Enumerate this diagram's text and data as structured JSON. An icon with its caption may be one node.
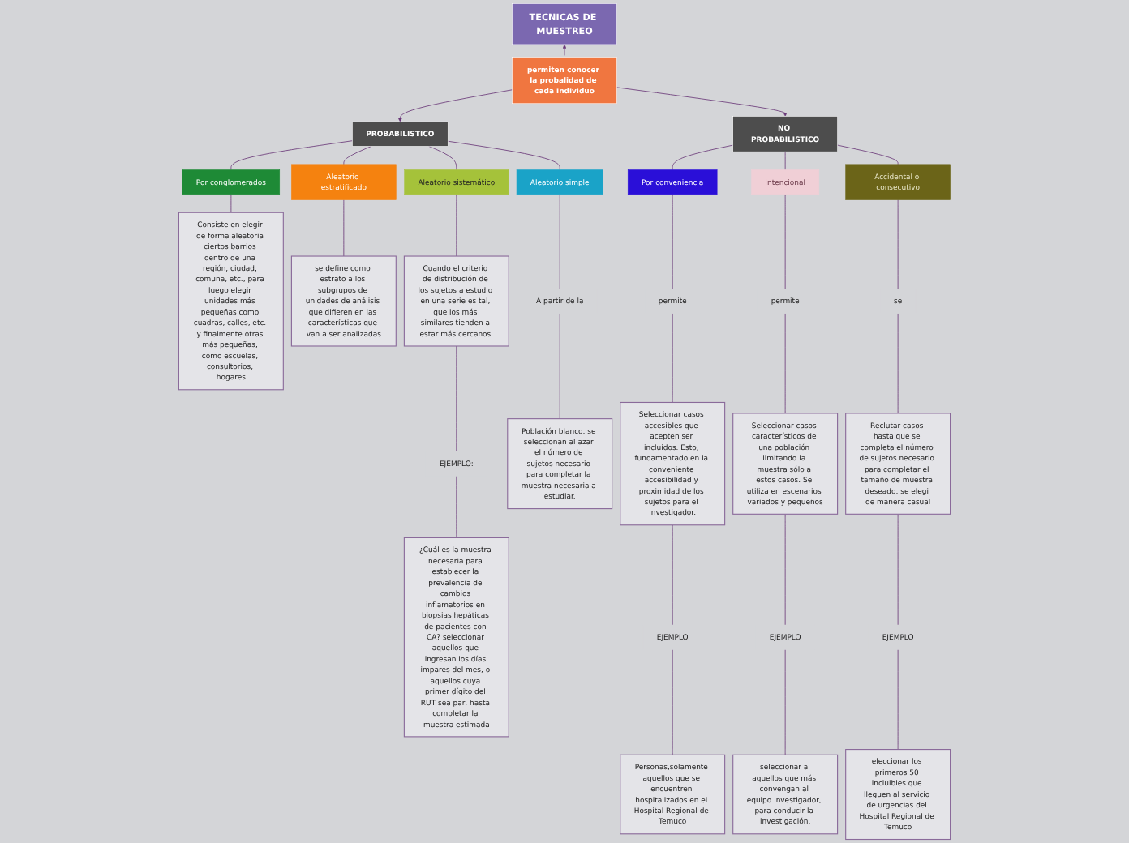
{
  "diagram": {
    "nodes": [
      {
        "text": [
          "TECNICAS DE MUESTREO"
        ]
      },
      {
        "text": [
          "permiten conocer la probalidad de cada individuo"
        ]
      },
      {
        "text": [
          "PROBABILISTICO"
        ]
      },
      {
        "text": [
          "NO PROBABILISTICO"
        ]
      },
      {
        "text": [
          "Por conglomerados"
        ]
      },
      {
        "text": [
          "Aleatorio estratificado"
        ]
      },
      {
        "text": [
          "Aleatorio sistemático"
        ]
      },
      {
        "text": [
          "Aleatorio simple"
        ]
      },
      {
        "text": [
          "Por conveniencia"
        ]
      },
      {
        "text": [
          "Intencional"
        ]
      },
      {
        "text": [
          "Accidental o consecutivo"
        ]
      },
      {
        "text": [
          "Consiste en elegir de forma aleatoria ciertos barrios dentro de una región, ciudad, comuna, etc., para luego elegir unidades más pequeñas como cuadras, calles, etc. y finalmente otras más pequeñas, como escuelas, consultorios, hogares"
        ]
      },
      {
        "text": [
          "se define como estrato a los subgrupos de unidades de análisis que difieren en las características que van a ser analizadas"
        ]
      },
      {
        "text": [
          "Cuando el criterio de distribución de los sujetos a estudio en una serie es tal, que los más similares tienden a estar más cercanos."
        ]
      },
      {
        "text": [
          "A partir de la"
        ]
      },
      {
        "text": [
          "permite"
        ]
      },
      {
        "text": [
          "permite"
        ]
      },
      {
        "text": [
          "se"
        ]
      },
      {
        "text": [
          "EJEMPLO:"
        ]
      },
      {
        "text": [
          "Población blanco, se seleccionan al azar el número de sujetos necesario para completar la muestra necesaria a estudiar."
        ]
      },
      {
        "text": [
          "Seleccionar casos accesibles que acepten ser incluidos. Esto, fundamentado en la conveniente accesibilidad y proximidad de los sujetos para el investigador."
        ]
      },
      {
        "text": [
          "Seleccionar casos característicos de una población limitando la muestra sólo a estos casos. Se utiliza en escenarios variados y pequeños"
        ]
      },
      {
        "text": [
          "Reclutar casos hasta que se completa el número de sujetos necesario para completar el tamaño de muestra deseado, se elegi de manera casual"
        ]
      },
      {
        "text": [
          "¿Cuál es la muestra necesaria para establecer la prevalencia de cambios inflamatorios en biopsias hepáticas de pacientes con CA? seleccionar aquellos que ingresan los días impares del mes, o aquellos cuya primer dígito del RUT sea par, hasta completar la muestra estimada"
        ]
      },
      {
        "text": [
          "EJEMPLO"
        ]
      },
      {
        "text": [
          "EJEMPLO"
        ]
      },
      {
        "text": [
          "EJEMPLO"
        ]
      },
      {
        "text": [
          "Personas,solamente aquellos que se encuentren hospitalizados en el Hospital Regional de Temuco"
        ]
      },
      {
        "text": [
          "seleccionar a aquellos que más convengan al equipo investigador, para conducir la investigación."
        ]
      },
      {
        "text": [
          "eleccionar los primeros 50 incluibles que lleguen al servicio de urgencias del Hospital Regional de Temuco"
        ]
      }
    ],
    "edges": [
      {
        "from": 1,
        "to": 0,
        "arrow": "to"
      },
      {
        "from": 1,
        "to": 2,
        "arrow": "to"
      },
      {
        "from": 1,
        "to": 3,
        "arrow": "to"
      },
      {
        "from": 2,
        "to": 4,
        "arrow": "none"
      },
      {
        "from": 2,
        "to": 5,
        "arrow": "none"
      },
      {
        "from": 2,
        "to": 6,
        "arrow": "none"
      },
      {
        "from": 2,
        "to": 7,
        "arrow": "none"
      },
      {
        "from": 3,
        "to": 8,
        "arrow": "none"
      },
      {
        "from": 3,
        "to": 9,
        "arrow": "none"
      },
      {
        "from": 3,
        "to": 10,
        "arrow": "none"
      },
      {
        "from": 4,
        "to": 11,
        "arrow": "none"
      },
      {
        "from": 5,
        "to": 12,
        "arrow": "none"
      },
      {
        "from": 6,
        "to": 13,
        "arrow": "none"
      },
      {
        "from": 7,
        "to": 14,
        "arrow": "none"
      },
      {
        "from": 8,
        "to": 15,
        "arrow": "none"
      },
      {
        "from": 9,
        "to": 16,
        "arrow": "none"
      },
      {
        "from": 10,
        "to": 17,
        "arrow": "none"
      },
      {
        "from": 13,
        "to": 18,
        "arrow": "none"
      },
      {
        "from": 14,
        "to": 19,
        "arrow": "none"
      },
      {
        "from": 15,
        "to": 20,
        "arrow": "none"
      },
      {
        "from": 16,
        "to": 21,
        "arrow": "none"
      },
      {
        "from": 17,
        "to": 22,
        "arrow": "none"
      },
      {
        "from": 18,
        "to": 23,
        "arrow": "none"
      },
      {
        "from": 20,
        "to": 24,
        "arrow": "none"
      },
      {
        "from": 21,
        "to": 25,
        "arrow": "none"
      },
      {
        "from": 22,
        "to": 26,
        "arrow": "none"
      },
      {
        "from": 24,
        "to": 27,
        "arrow": "none"
      },
      {
        "from": 25,
        "to": 28,
        "arrow": "none"
      },
      {
        "from": 26,
        "to": 29,
        "arrow": "none"
      }
    ]
  }
}
